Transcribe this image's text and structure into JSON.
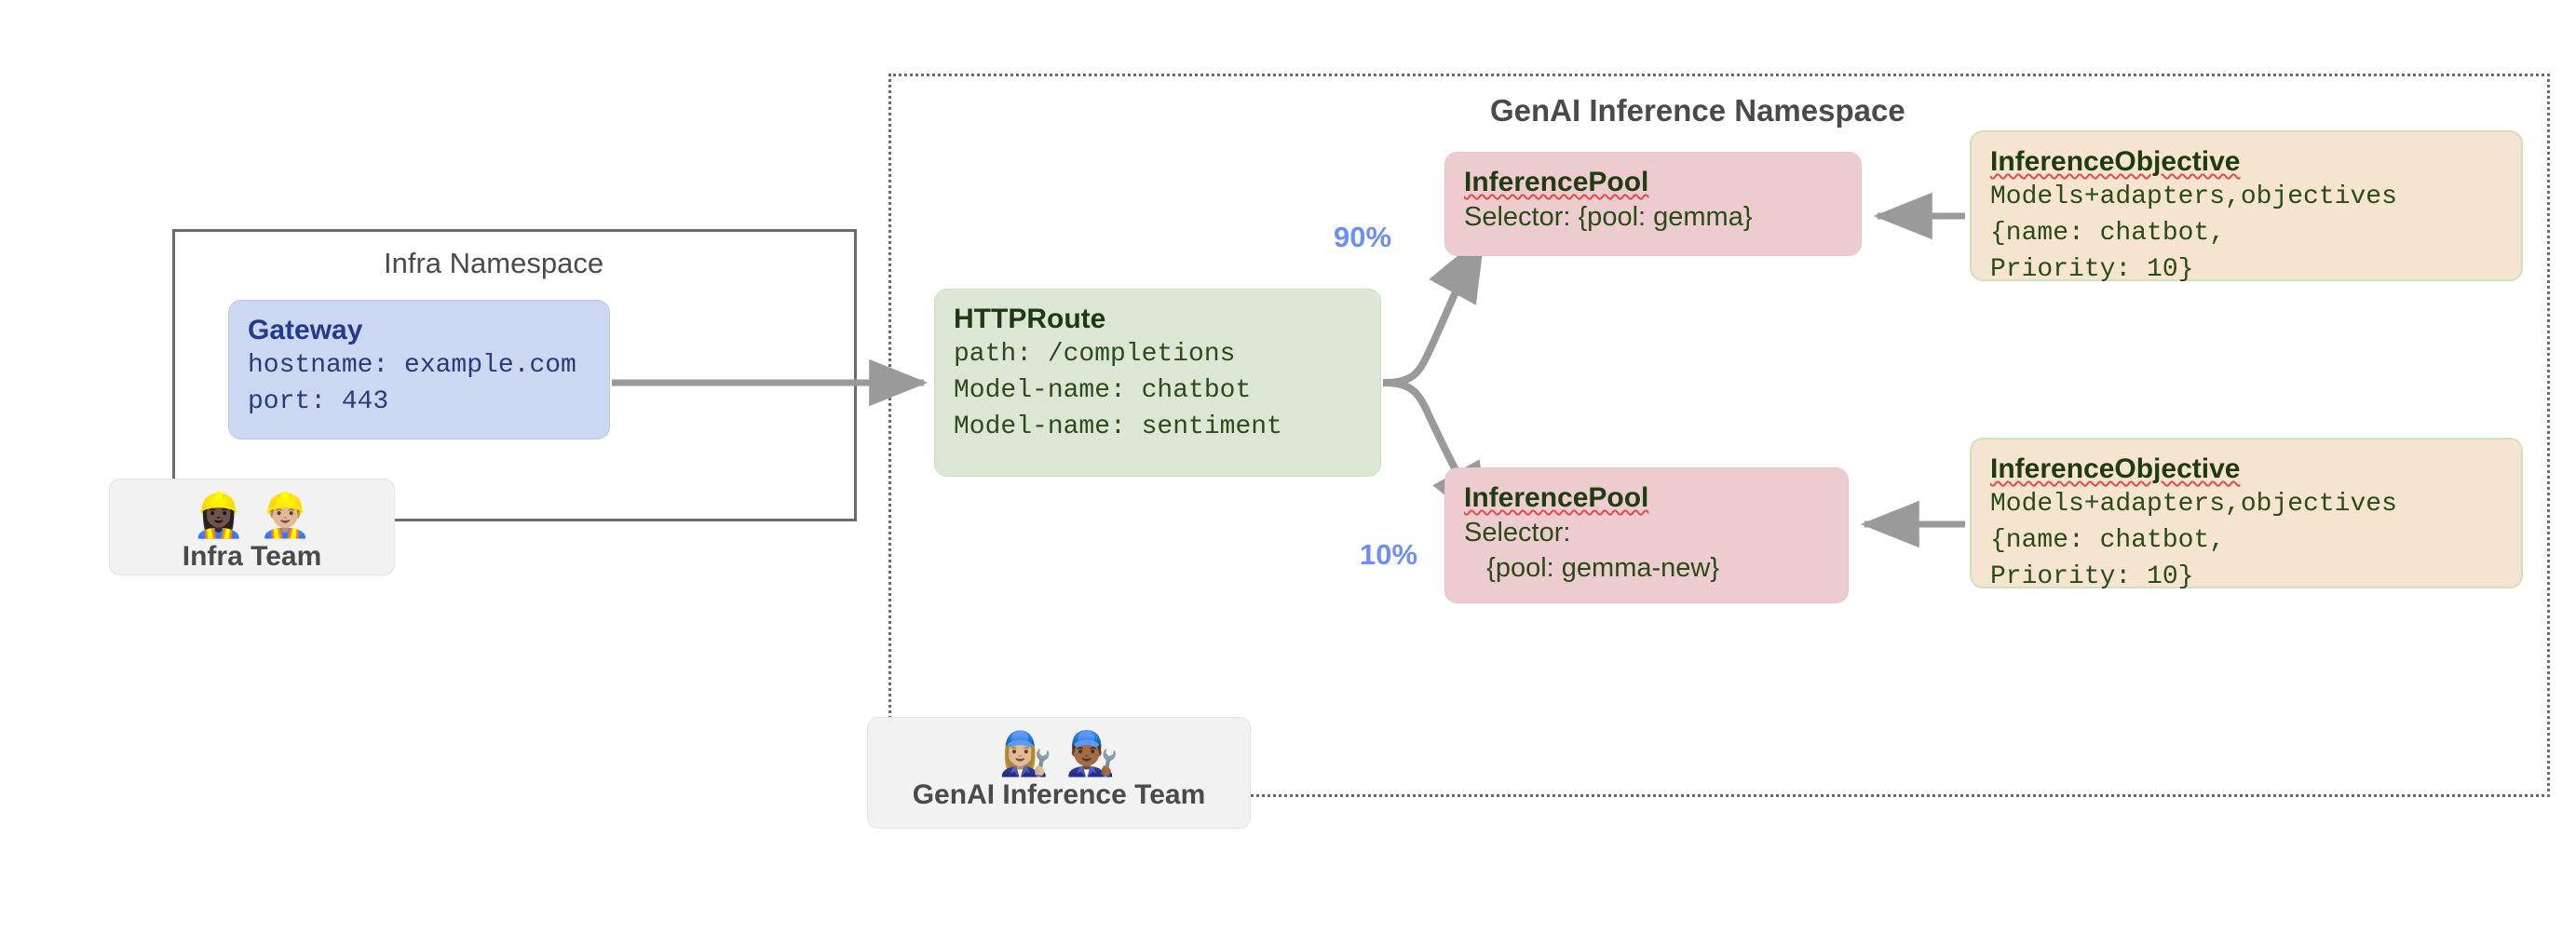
{
  "diagram": {
    "title_genai_namespace": "GenAI Inference Namespace",
    "title_infra_namespace": "Infra Namespace",
    "colors": {
      "gateway_fill": "#ccd7f2",
      "httproute_fill": "#dce6d4",
      "inferencepool_fill": "#ecccce",
      "inferenceobjective_fill": "#f5e4d0",
      "inferenceobjective_border": "#cfe0bd",
      "team_chip_fill": "#f2f2f2",
      "edge_stroke": "#9a9a9a",
      "edge_label": "#6d8ef5",
      "namespace_border": "#6b6b6b"
    }
  },
  "gateway": {
    "title": "Gateway",
    "line1": "hostname: example.com",
    "line2": "port: 443"
  },
  "httproute": {
    "title": "HTTPRoute",
    "line1": "path: /completions",
    "line2": "Model-name: chatbot",
    "line3": "Model-name: sentiment"
  },
  "inference_pools": [
    {
      "title": "InferencePool",
      "line1": "Selector: {pool: gemma}",
      "line2": "",
      "weight": "90%"
    },
    {
      "title": "InferencePool",
      "line1": "Selector:",
      "line2": "   {pool: gemma-new}",
      "weight": "10%"
    }
  ],
  "inference_objectives": [
    {
      "title": "InferenceObjective",
      "line1": "Models+adapters,objectives",
      "line2": "{name: chatbot,",
      "line3": "Priority: 10}"
    },
    {
      "title": "InferenceObjective",
      "line1": "Models+adapters,objectives",
      "line2": "{name: chatbot,",
      "line3": "Priority: 10}"
    }
  ],
  "teams": [
    {
      "label": "Infra Team",
      "emoji": "👷🏿‍♀️👷🏼‍♂️"
    },
    {
      "label": "GenAI Inference Team",
      "emoji": "👩🏼‍🔧👨🏾‍🔧"
    }
  ]
}
